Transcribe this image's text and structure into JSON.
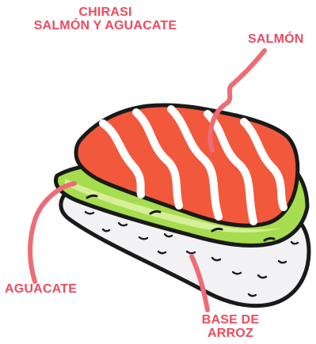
{
  "title": {
    "line1": "CHIRASI",
    "line2": "SALMÓN Y AGUACATE"
  },
  "labels": {
    "salmon": "SALMÓN",
    "avocado": "AGUACATE",
    "rice_line1": "BASE DE",
    "rice_line2": "ARROZ"
  },
  "colors": {
    "label_text": "#ee4a5e",
    "pointer": "#ee6c76",
    "salmon": "#f2583c",
    "salmon_stripe": "#ffffff",
    "avocado": "#a6dd4e",
    "avocado_light": "#d6ef9a",
    "rice": "#f2f2f4",
    "outline": "#1a1a1a"
  }
}
